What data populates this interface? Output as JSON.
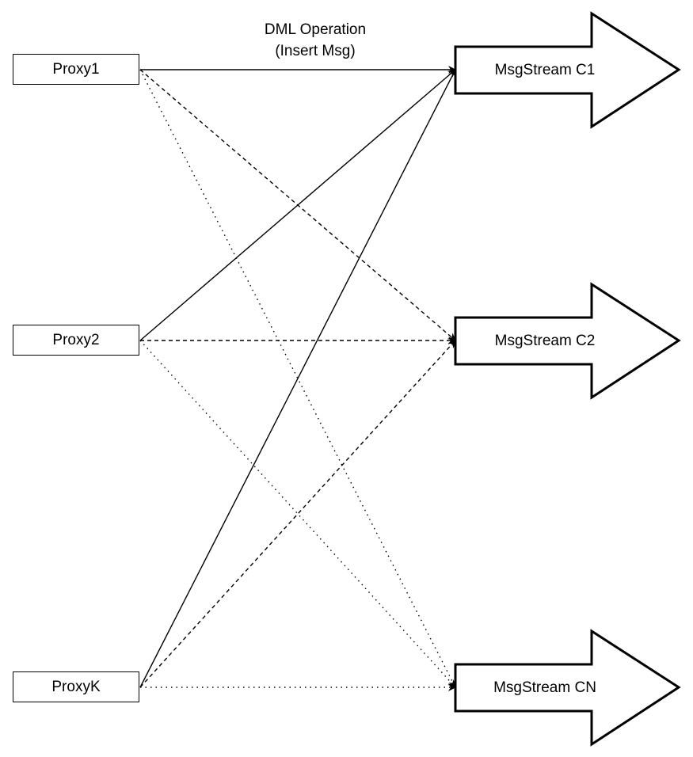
{
  "operation_label": {
    "line1": "DML Operation",
    "line2": "(Insert Msg)"
  },
  "proxies": [
    {
      "label": "Proxy1"
    },
    {
      "label": "Proxy2"
    },
    {
      "label": "ProxyK"
    }
  ],
  "streams": [
    {
      "label": "MsgStream C1"
    },
    {
      "label": "MsgStream C2"
    },
    {
      "label": "MsgStream CN"
    }
  ],
  "edge_styles": {
    "to_C1": "solid",
    "to_C2": "dashed",
    "to_CN": "dotted"
  },
  "colors": {
    "stroke": "#000000",
    "background": "#ffffff"
  }
}
